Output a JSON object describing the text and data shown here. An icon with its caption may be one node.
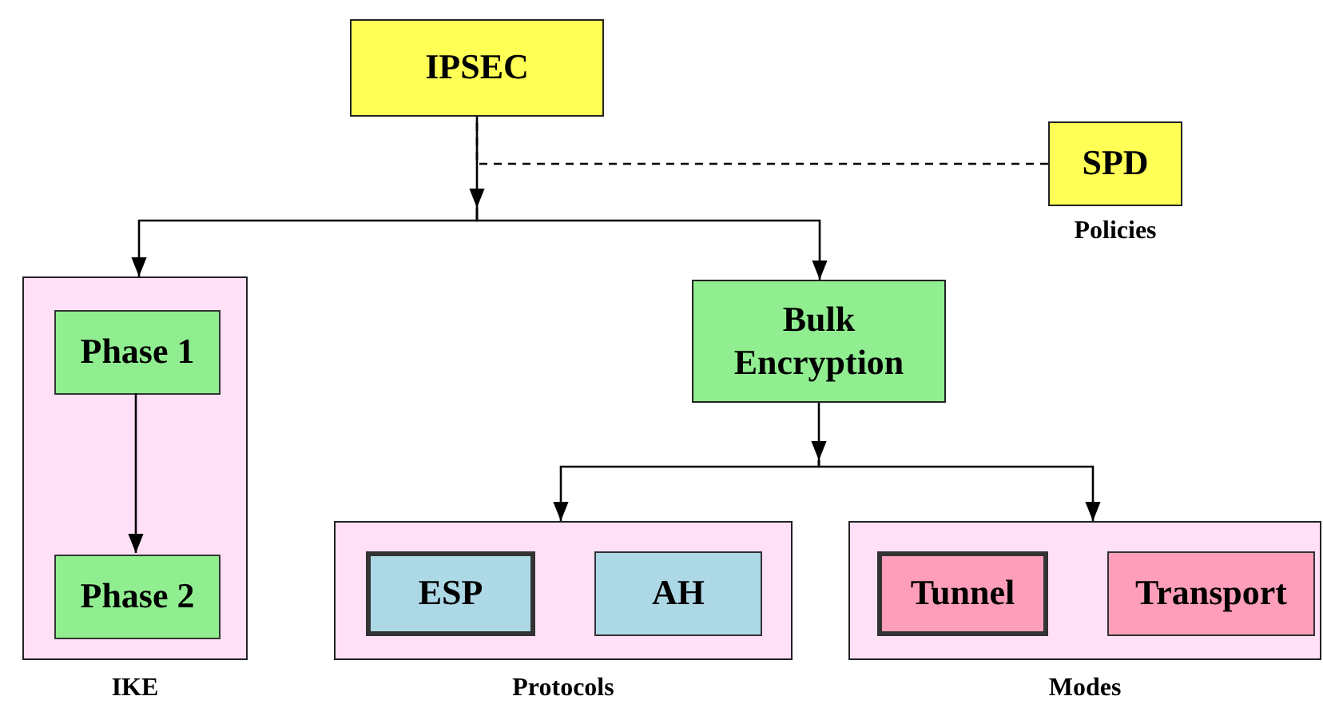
{
  "diagram": {
    "nodes": [
      {
        "text": [
          "IPSEC"
        ]
      },
      {
        "text": [
          "SPD"
        ],
        "beside": [
          "Policies"
        ]
      },
      {
        "text": [
          "IKE"
        ]
      },
      {
        "text": [
          "Phase 1"
        ],
        "in": 2
      },
      {
        "text": [
          "Phase 2"
        ],
        "in": 2
      },
      {
        "text": [
          "Bulk Encryption"
        ]
      },
      {
        "text": [
          "Protocols"
        ]
      },
      {
        "text": [
          "ESP"
        ],
        "in": 6
      },
      {
        "text": [
          "AH"
        ],
        "in": 6
      },
      {
        "text": [
          "Modes"
        ]
      },
      {
        "text": [
          "Tunnel"
        ],
        "in": 9
      },
      {
        "text": [
          "Transport"
        ],
        "in": 9
      }
    ],
    "edges": [
      {
        "from": 0,
        "to": 2,
        "arrow": "to"
      },
      {
        "from": 0,
        "to": 5,
        "arrow": "to"
      },
      {
        "from": 1,
        "to": 0,
        "arrow": "none",
        "style": "dashed"
      },
      {
        "from": 3,
        "to": 4,
        "arrow": "to"
      },
      {
        "from": 5,
        "to": 6,
        "arrow": "to"
      },
      {
        "from": 5,
        "to": 9,
        "arrow": "to"
      }
    ]
  }
}
